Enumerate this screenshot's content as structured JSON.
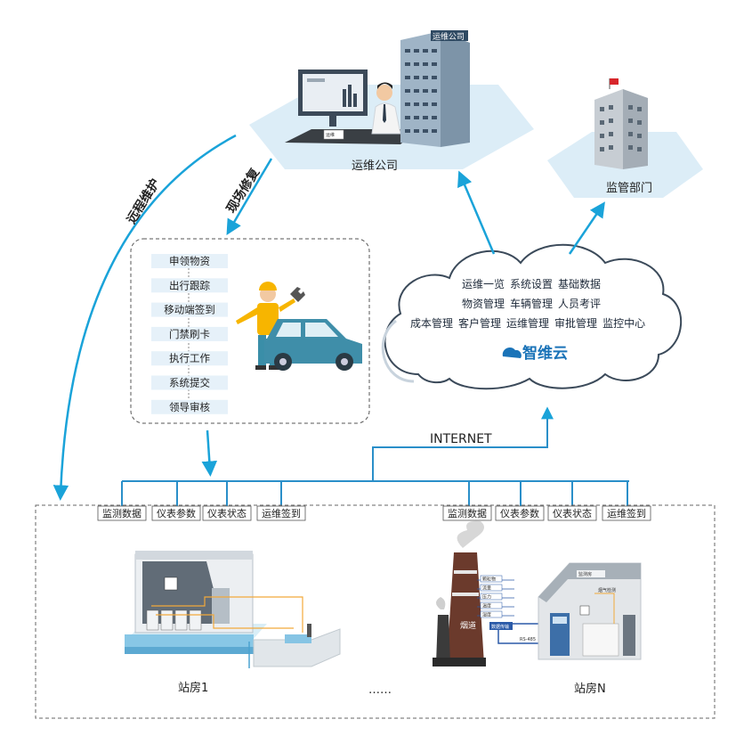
{
  "company": {
    "label": "运维公司",
    "building_sign": "运维公司",
    "desk_sign": "运维"
  },
  "regulator": {
    "label": "监管部门"
  },
  "arrows": {
    "remote": "远程维护",
    "onsite": "现场修复"
  },
  "workflow": {
    "steps": [
      "申领物资",
      "出行跟踪",
      "移动端签到",
      "门禁刷卡",
      "执行工作",
      "系统提交",
      "领导审核"
    ]
  },
  "cloud": {
    "row1": [
      "运维一览",
      "系统设置",
      "基础数据"
    ],
    "row2": [
      "物资管理",
      "车辆管理",
      "人员考评"
    ],
    "row3": [
      "成本管理",
      "客户管理",
      "运维管理",
      "审批管理",
      "监控中心"
    ],
    "brand": "智维云"
  },
  "network": {
    "label": "INTERNET"
  },
  "tags_left": [
    "监测数据",
    "仪表参数",
    "仪表状态",
    "运维签到"
  ],
  "tags_right": [
    "监测数据",
    "仪表参数",
    "仪表状态",
    "运维签到"
  ],
  "stations": {
    "station1": "站房1",
    "ellipsis": "……",
    "stationN": "站房N"
  },
  "chimney": {
    "label": "烟道",
    "params": [
      "颗粒物",
      "流量",
      "压力",
      "温度",
      "湿度"
    ],
    "signal": "数据传输",
    "protocol": "RS-485",
    "room_sign": "监测房",
    "device_tag": "烟气检测"
  },
  "colors": {
    "accent": "#1aa3d9",
    "line": "#2a8fc9",
    "dash": "#555555"
  }
}
